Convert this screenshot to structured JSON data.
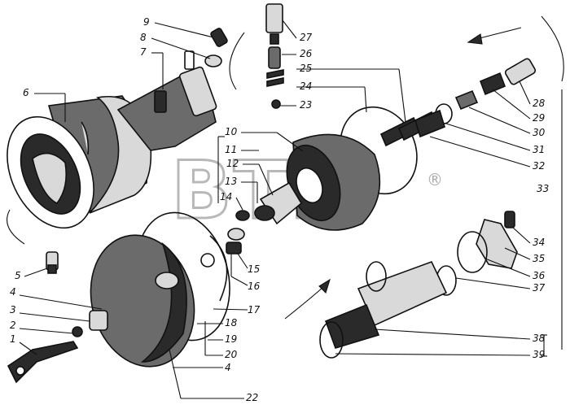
{
  "watermark": {
    "text": "ВТМ",
    "registered_mark": "®"
  },
  "callouts": [
    {
      "label": "1"
    },
    {
      "label": "2"
    },
    {
      "label": "3"
    },
    {
      "label": "4"
    },
    {
      "label": "5"
    },
    {
      "label": "6"
    },
    {
      "label": "7"
    },
    {
      "label": "8"
    },
    {
      "label": "9"
    },
    {
      "label": "10"
    },
    {
      "label": "11"
    },
    {
      "label": "12"
    },
    {
      "label": "13"
    },
    {
      "label": "14"
    },
    {
      "label": "15"
    },
    {
      "label": "16"
    },
    {
      "label": "17"
    },
    {
      "label": "18"
    },
    {
      "label": "19"
    },
    {
      "label": "20"
    },
    {
      "label": "4"
    },
    {
      "label": "22"
    },
    {
      "label": "23"
    },
    {
      "label": "24"
    },
    {
      "label": "25"
    },
    {
      "label": "26"
    },
    {
      "label": "27"
    },
    {
      "label": "28"
    },
    {
      "label": "29"
    },
    {
      "label": "30"
    },
    {
      "label": "31"
    },
    {
      "label": "32"
    },
    {
      "label": "33"
    },
    {
      "label": "34"
    },
    {
      "label": "35"
    },
    {
      "label": "36"
    },
    {
      "label": "37"
    },
    {
      "label": "38"
    },
    {
      "label": "39"
    }
  ]
}
